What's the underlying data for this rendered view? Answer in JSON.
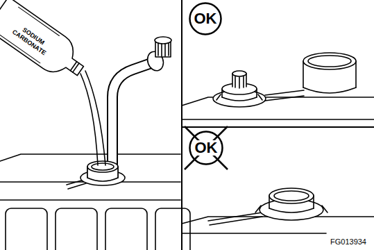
{
  "diagram": {
    "nodes": [
      {
        "text": [
          "OK"
        ]
      },
      {
        "text": [
          "OK"
        ]
      }
    ],
    "labels": [
      "SODIUM CARBONATE",
      "FG013934"
    ]
  }
}
